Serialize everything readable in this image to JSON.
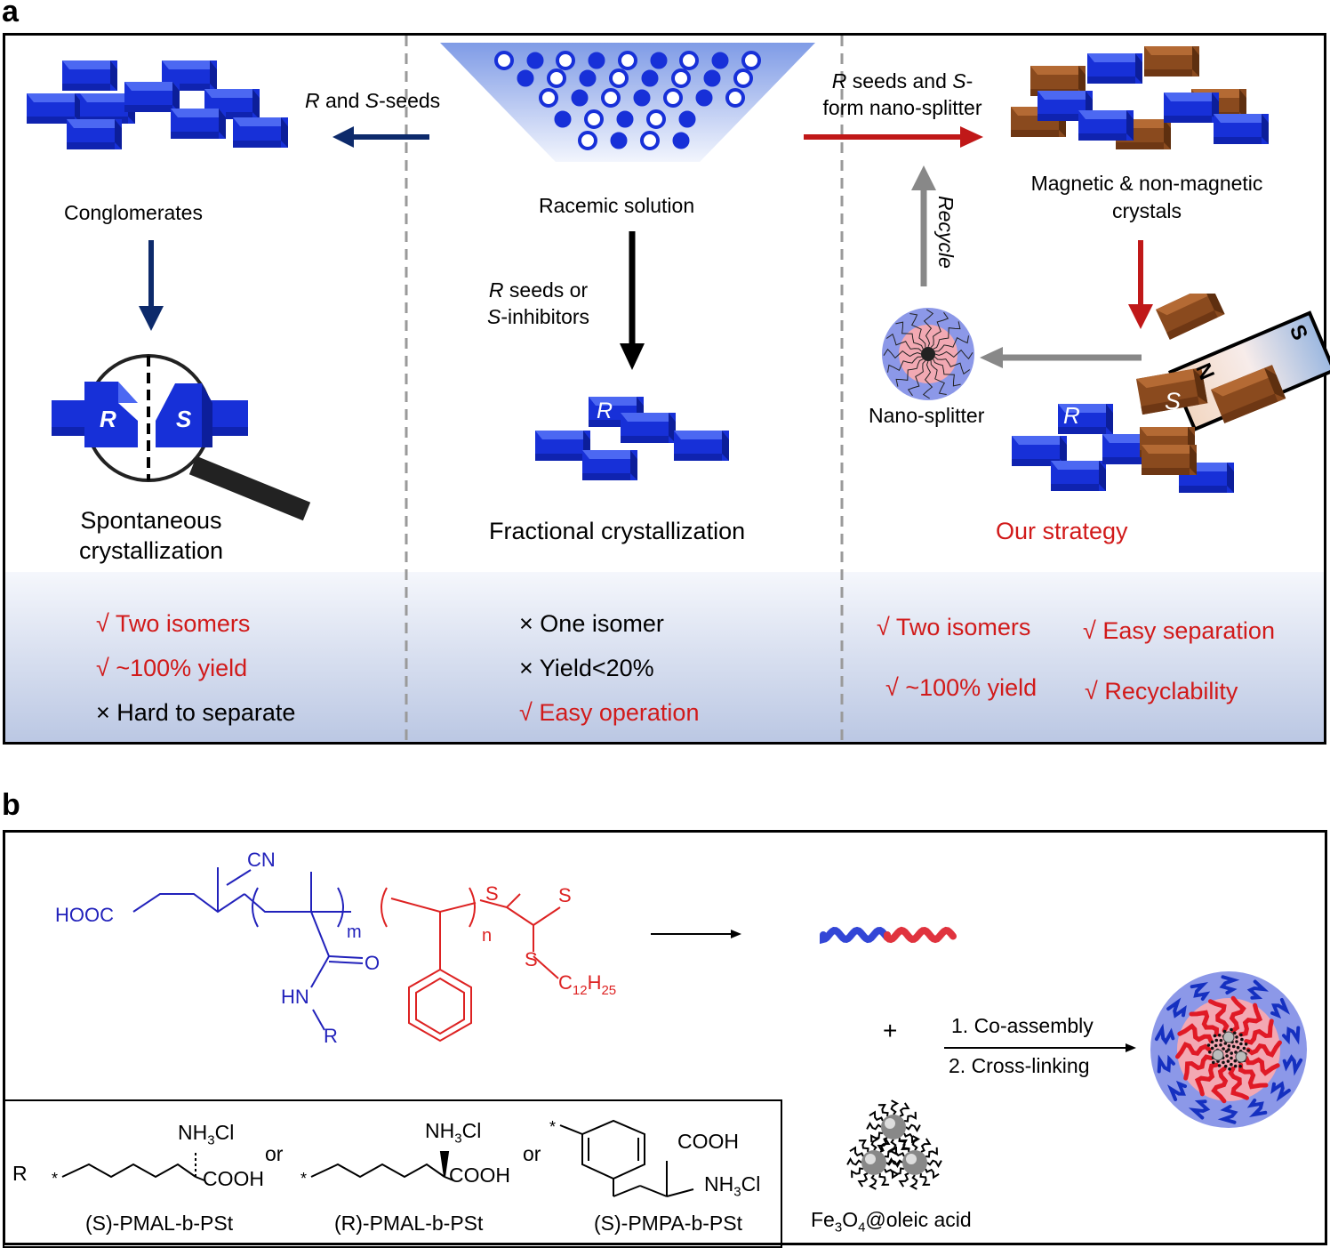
{
  "panel_a": {
    "letter": "a",
    "left": {
      "arrow_label_italic_r": "R",
      "arrow_label_mid": " and ",
      "arrow_label_italic_s": "S",
      "arrow_label_end": "-seeds",
      "conglomerates": "Conglomerates",
      "magnifier_r": "R",
      "magnifier_s": "S",
      "title_line1": "Spontaneous",
      "title_line2": "crystallization",
      "pros": [
        {
          "mark": "√",
          "text": "Two isomers"
        },
        {
          "mark": "√",
          "text": "~100% yield"
        },
        {
          "mark": "×",
          "text": "Hard to separate"
        }
      ]
    },
    "center": {
      "racemic": "Racemic solution",
      "seed_line1_italic": "R",
      "seed_line1": " seeds or",
      "seed_line2_italic": "S",
      "seed_line2": "-inhibitors",
      "crystal_label": "R",
      "title": "Fractional crystallization",
      "pros": [
        {
          "mark": "×",
          "text": "One isomer"
        },
        {
          "mark": "×",
          "text": "Yield<20%"
        },
        {
          "mark": "√",
          "text": "Easy operation"
        }
      ]
    },
    "right": {
      "top_line1_italic": "R",
      "top_line1": " seeds and ",
      "top_line1_italic2": "S",
      "top_line1_end": "-",
      "top_line2": "form nano-splitter",
      "magnetic_line1": "Magnetic & non-magnetic",
      "magnetic_line2": "crystals",
      "recycle": "Recycle",
      "nano_splitter": "Nano-splitter",
      "magnet_n": "N",
      "magnet_s": "S",
      "crystal_s": "S",
      "crystal_r": "R",
      "title": "Our strategy",
      "pros": [
        {
          "mark": "√",
          "text": "Two isomers"
        },
        {
          "mark": "√",
          "text": "Easy separation"
        },
        {
          "mark": "√",
          "text": "~100% yield"
        },
        {
          "mark": "√",
          "text": "Recyclability"
        }
      ]
    }
  },
  "panel_b": {
    "letter": "b",
    "polymer": {
      "hooc": "HOOC",
      "cn": "CN",
      "m": "m",
      "n": "n",
      "o": "O",
      "hn": "HN",
      "r": "R",
      "s1": "S",
      "s2": "S",
      "s3": "S",
      "c": "C",
      "c_sub": "12",
      "h": "H",
      "h_sub": "25"
    },
    "plus": "+",
    "step1": "1. Co-assembly",
    "step2": "2. Cross-linking",
    "fe3o4": {
      "fe": "Fe",
      "s1": "3",
      "o": "O",
      "s2": "4",
      "rest": "@oleic acid"
    },
    "r_box": {
      "r": "R",
      "or": "or",
      "nh3cl": "NH",
      "sub3": "3",
      "cl": "Cl",
      "cooh": "COOH",
      "names": [
        "(S)-PMAL-b-PSt",
        "(R)-PMAL-b-PSt",
        "(S)-PMPA-b-PSt"
      ]
    }
  },
  "colors": {
    "crystal_blue": "#1730d8",
    "crystal_brown": "#8a4a1e",
    "red_text": "#d11a1a",
    "polymer_blue": "#2222bb",
    "polymer_red": "#dd2222",
    "navy_arrow": "#0d2a6b",
    "dark_red_arrow": "#c01818",
    "gray_arrow": "#888888"
  }
}
